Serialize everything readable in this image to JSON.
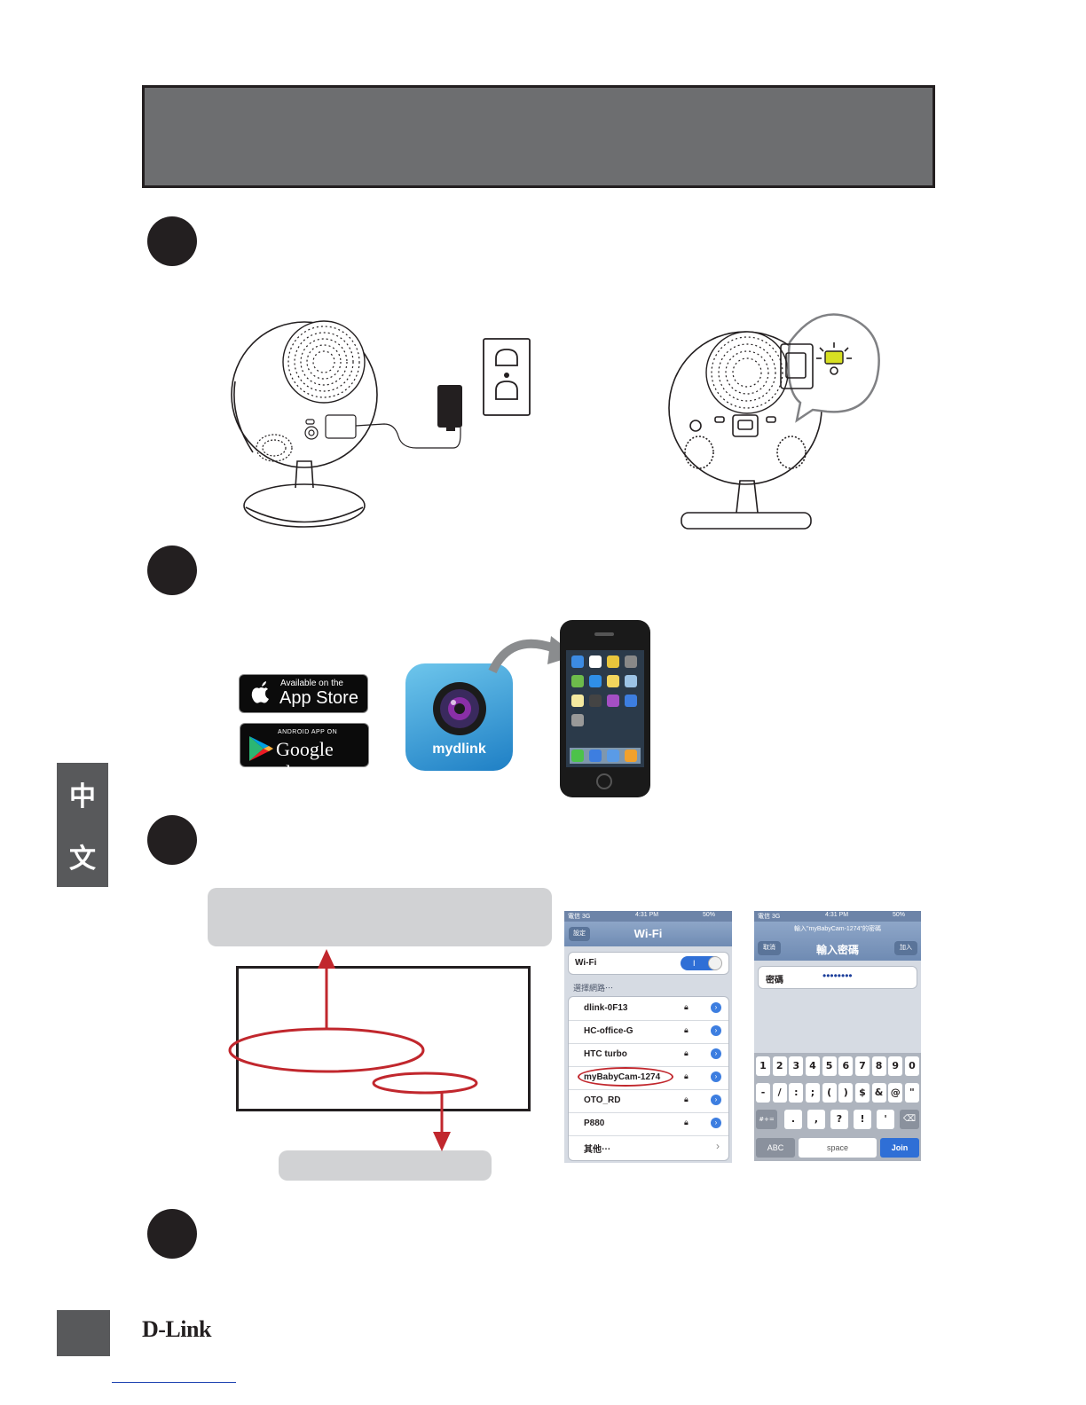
{
  "side_tab": {
    "char1": "中",
    "char2": "文"
  },
  "brand": {
    "logo": "D-Link"
  },
  "badges": {
    "appstore_top": "Available on the",
    "appstore_main": "App Store",
    "google_top": "ANDROID APP ON",
    "google_main": "Google play"
  },
  "app_icon": {
    "label": "mydlink"
  },
  "wifi_screen": {
    "status_carrier": "電信 3G",
    "status_time": "4:31 PM",
    "status_battery": "50%",
    "back_label": "設定",
    "title": "Wi-Fi",
    "toggle_label": "Wi-Fi",
    "toggle_value": "I",
    "section_label": "選擇網路⋯",
    "networks": [
      "dlink-0F13",
      "HC-office-G",
      "HTC turbo",
      "myBabyCam-1274",
      "OTO_RD",
      "P880"
    ],
    "other_label": "其他⋯"
  },
  "password_screen": {
    "status_carrier": "電信 3G",
    "status_time": "4:31 PM",
    "status_battery": "50%",
    "prompt": "輸入\"myBabyCam-1274\"的密碼",
    "cancel_label": "取消",
    "title": "輸入密碼",
    "join_top_label": "加入",
    "field_label": "密碼",
    "field_value": "••••••••",
    "keys_row1": [
      "1",
      "2",
      "3",
      "4",
      "5",
      "6",
      "7",
      "8",
      "9",
      "0"
    ],
    "keys_row2": [
      "-",
      "/",
      ":",
      ";",
      "(",
      ")",
      "$",
      "&",
      "@",
      "\""
    ],
    "key_switch": "#+=",
    "keys_row3": [
      ".",
      ",",
      "?",
      "!",
      "'"
    ],
    "key_abc": "ABC",
    "key_space": "space",
    "key_join": "Join"
  },
  "colors": {
    "accent_red": "#c1272d",
    "ios_blue": "#2f6fd6",
    "dark_grey": "#58595b"
  }
}
